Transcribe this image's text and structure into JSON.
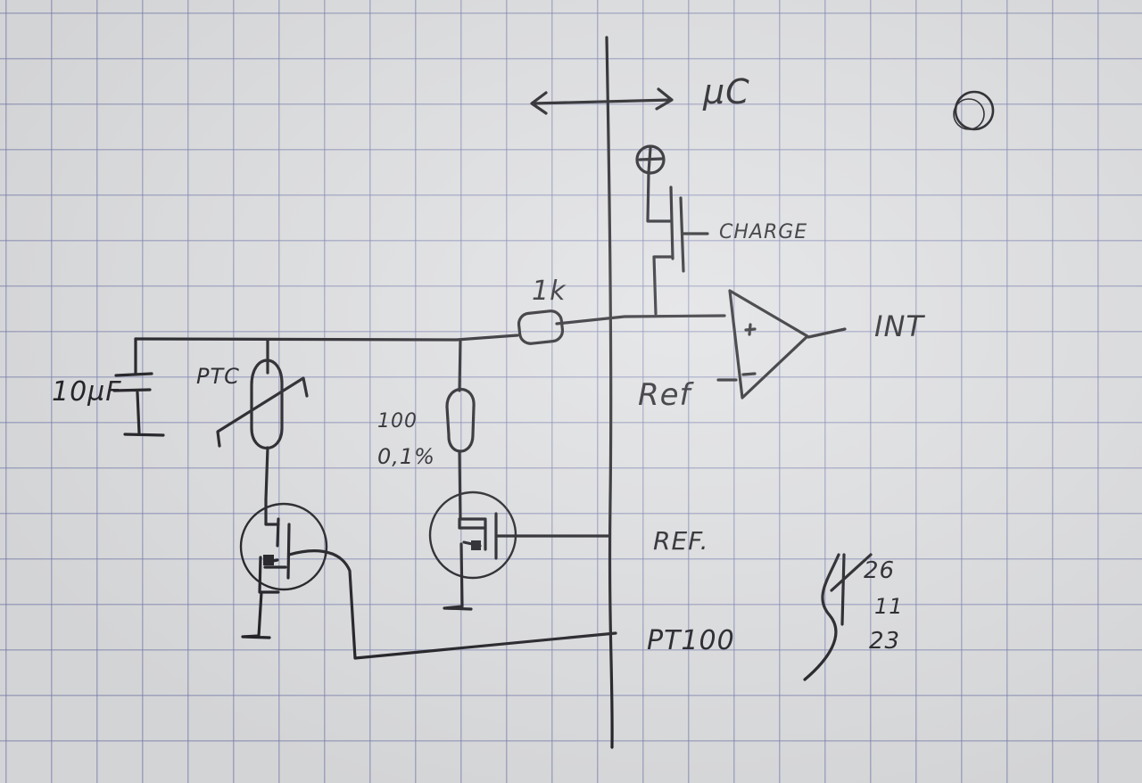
{
  "labels": {
    "micro_controller": "µC",
    "charge": "CHARGE",
    "comparator_output": "INT",
    "ref_input": "Ref",
    "ref_line": "REF.",
    "pt100_line": "PT100",
    "resistor_1k": "1k",
    "ptc": "PTC",
    "capacitor": "10µF",
    "resistor_100_value": "100",
    "resistor_100_tolerance": "0,1%"
  },
  "notes": {
    "numbers": [
      "26",
      "11",
      "23"
    ]
  },
  "colors": {
    "ink": "#1b1b20",
    "grid": "#7b80b0",
    "paper": "#dedfe1"
  }
}
